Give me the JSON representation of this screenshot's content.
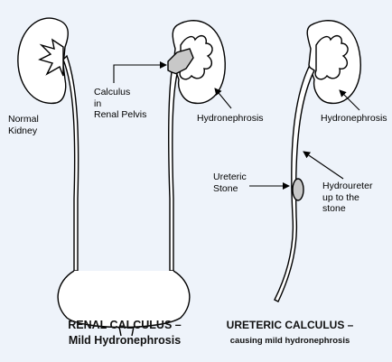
{
  "labels": {
    "normal_kidney": "Normal\nKidney",
    "calculus_renal_pelvis": "Calculus\nin\nRenal Pelvis",
    "hydronephrosis_middle": "Hydronephrosis",
    "hydronephrosis_right": "Hydronephrosis",
    "ureteric_stone": "Ureteric\nStone",
    "hydroureter": "Hydroureter\nup to the\nstone"
  },
  "captions": {
    "renal_title": "RENAL CALCULUS –",
    "renal_subtitle": "Mild Hydronephrosis",
    "ureteric_title": "URETERIC CALCULUS –",
    "ureteric_subtitle": "causing mild hydronephrosis"
  },
  "colors": {
    "background": "#eef3fa",
    "organ_fill": "#ffffff",
    "stroke": "#000000",
    "calculus_fill": "#c8c8c8"
  }
}
